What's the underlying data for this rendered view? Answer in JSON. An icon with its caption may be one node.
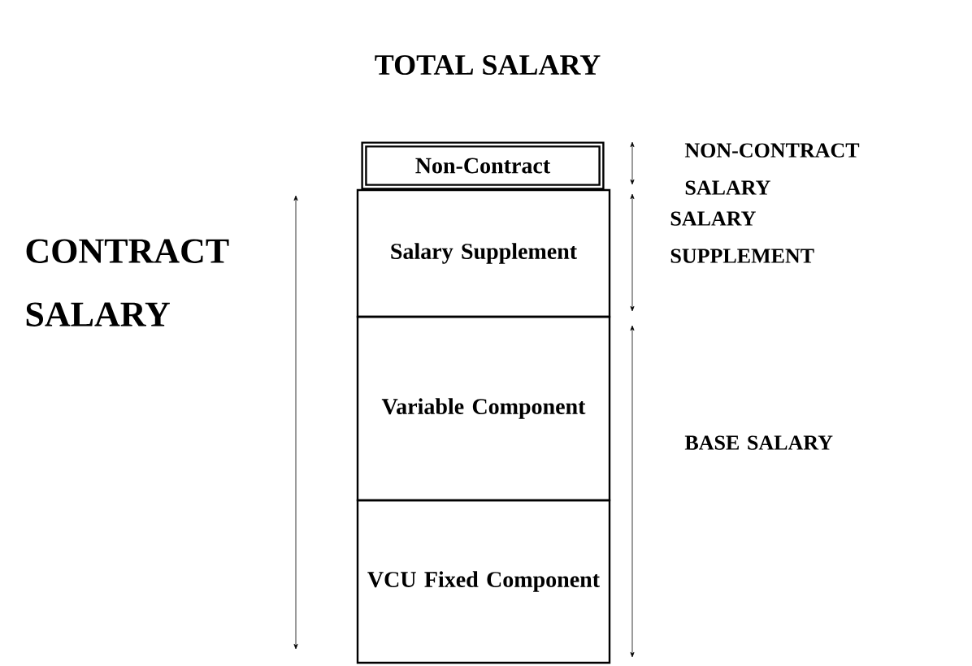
{
  "diagram": {
    "title": "TOTAL SALARY",
    "nodes": [
      {
        "text": [
          "Non-Contract"
        ]
      },
      {
        "text": [
          "Salary Supplement"
        ]
      },
      {
        "text": [
          "Variable Component"
        ]
      },
      {
        "text": [
          "VCU Fixed Component"
        ]
      }
    ],
    "labels": [
      "NON-CONTRACT SALARY",
      "CONTRACT SALARY",
      "SALARY SUPPLEMENT",
      "BASE SALARY"
    ]
  }
}
